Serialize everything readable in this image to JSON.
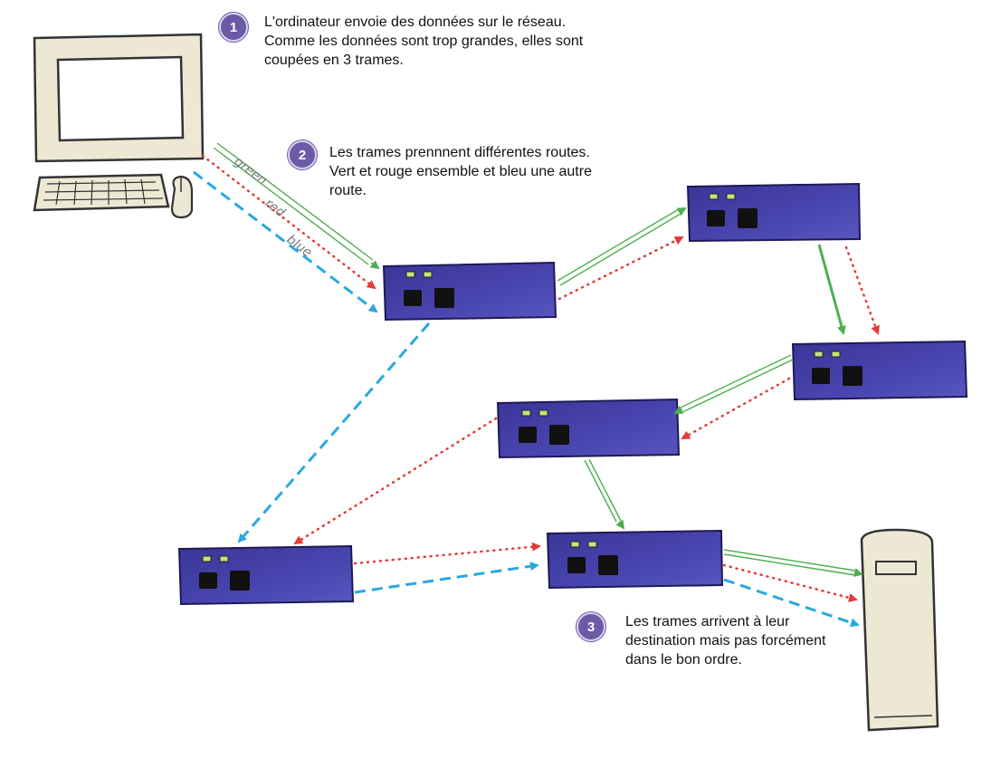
{
  "steps": [
    {
      "number": "1",
      "text": "L'ordinateur envoie des données sur le réseau.\nComme les données sont trop grandes, elles sont\ncoupées en 3 trames."
    },
    {
      "number": "2",
      "text": "Les trames prennnent différentes routes.\nVert et rouge ensemble et bleu une autre\nroute."
    },
    {
      "number": "3",
      "text": "Les trames arrivent à leur\ndestination  mais pas forcément\ndans le bon ordre."
    }
  ],
  "route_labels": {
    "green": "green",
    "red": "red",
    "blue": "blue"
  },
  "colors": {
    "green": "#4caf50",
    "red": "#e53935",
    "blue": "#29a8e0",
    "router": "#3d3a9e",
    "badge": "#6b5aa6",
    "device_beige": "#ece8d4"
  },
  "icons": {
    "computer": "desktop-computer-icon",
    "router": "router-icon",
    "server": "server-tower-icon"
  }
}
